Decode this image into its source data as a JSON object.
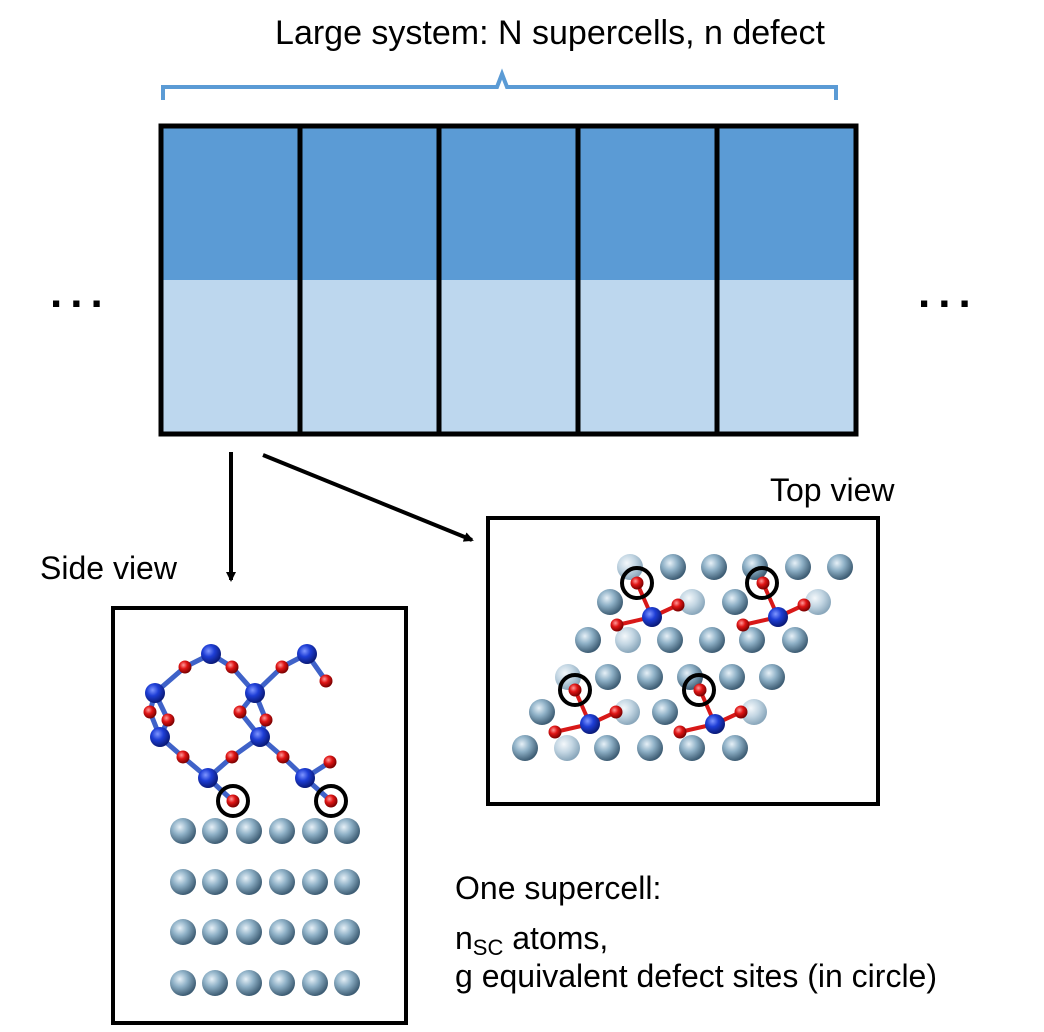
{
  "title": "Large system: N supercells, n defect",
  "ellipsis": "...",
  "views": {
    "side": "Side view",
    "top": "Top view"
  },
  "supercell": {
    "heading": "One supercell:",
    "atoms_prefix": "n",
    "atoms_sub": "SC",
    "atoms_suffix": " atoms,",
    "sites": "g equivalent defect sites (in circle)"
  },
  "colors": {
    "cell_top": "#5b9bd5",
    "cell_bottom": "#bdd7ee",
    "brace": "#5b9bd5",
    "substrate_atom": "#7f9fb5",
    "substrate_atom_light": "#b7cbd8",
    "framework_atom": "#1f3fd0",
    "oxygen_atom": "#d81818",
    "bond": "#3f62c8"
  }
}
